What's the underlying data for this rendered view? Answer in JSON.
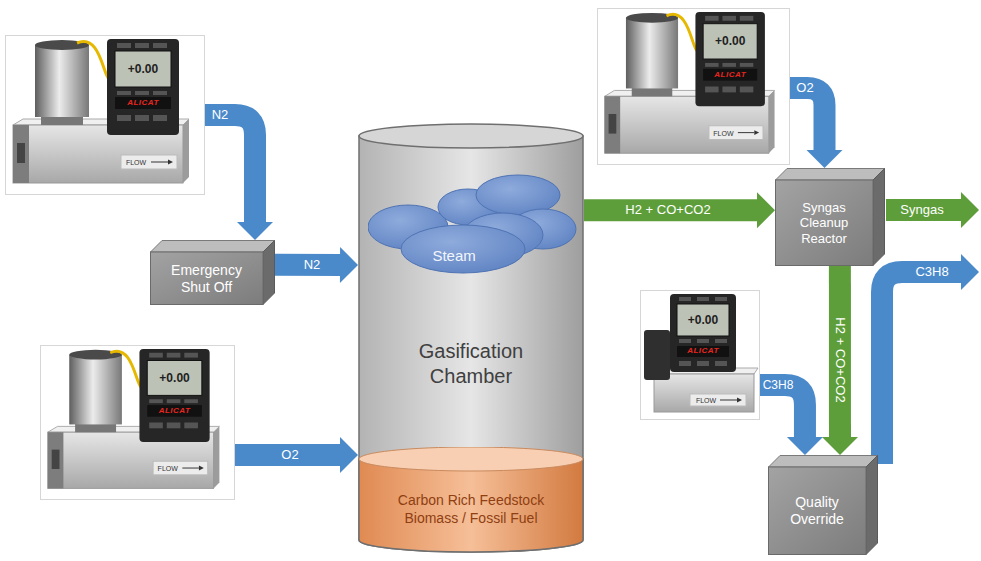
{
  "diagram": {
    "nodes": [
      {
        "text": [
          "+0.00",
          "ALICAT",
          "FLOW"
        ]
      },
      {
        "text": [
          "Emergency Shut Off"
        ]
      },
      {
        "text": [
          "Gasification Chamber"
        ]
      },
      {
        "text": [
          "Steam"
        ],
        "in": 2
      },
      {
        "text": [
          "Carbon Rich Feedstock Biomass / Fossil Fuel"
        ],
        "in": 2
      },
      {
        "text": [
          "+0.00",
          "ALICAT",
          "FLOW"
        ]
      },
      {
        "text": [
          "+0.00",
          "ALICAT",
          "FLOW"
        ]
      },
      {
        "text": [
          "Syngas Cleanup Reactor"
        ]
      },
      {
        "text": [
          "+0.00",
          "ALICAT",
          "FLOW"
        ]
      },
      {
        "text": [
          "Quality Override"
        ]
      }
    ],
    "edges": [
      {
        "from": 0,
        "to": 1,
        "label": "N2",
        "arrow": "to"
      },
      {
        "from": 1,
        "to": 2,
        "label": "N2",
        "arrow": "to"
      },
      {
        "from": 5,
        "to": 2,
        "label": "O2",
        "arrow": "to"
      },
      {
        "from": 2,
        "to": 7,
        "label": "H2 + CO+CO2",
        "arrow": "to"
      },
      {
        "from": 6,
        "to": 7,
        "label": "O2",
        "arrow": "to"
      },
      {
        "from": 7,
        "to": 9,
        "label": "H2 + CO+CO2",
        "arrow": "to"
      },
      {
        "from": 8,
        "to": 9,
        "label": "C3H8",
        "arrow": "to"
      }
    ],
    "labels": [
      "Syngas",
      "C3H8"
    ]
  }
}
